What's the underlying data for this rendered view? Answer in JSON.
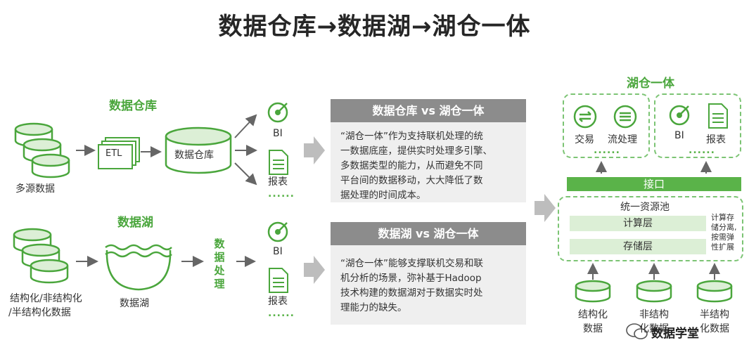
{
  "title": "数据仓库→数据湖→湖仓一体",
  "warehouse": {
    "heading": "数据仓库",
    "source_label": "多源数据",
    "etl": "ETL",
    "store_label": "数据仓库",
    "outputs": [
      "BI",
      "报表"
    ],
    "dots": "......"
  },
  "lake": {
    "heading": "数据湖",
    "source_label_line1": "结构化/非结构化",
    "source_label_line2": "/半结构化数据",
    "store_label": "数据湖",
    "process_label": [
      "数",
      "据",
      "处",
      "理"
    ],
    "outputs": [
      "BI",
      "报表"
    ],
    "dots": "......"
  },
  "compare_boxes": [
    {
      "heading": "数据仓库 vs 湖仓一体",
      "lines": [
        "“湖仓一体”作为支持联机处理的统",
        "一数据底座，提供实时处理多引擎、",
        "多数据类型的能力，从而避免不同",
        "平台间的数据移动，大大降低了数",
        "据处理的时间成本。"
      ]
    },
    {
      "heading": "数据湖 vs 湖仓一体",
      "lines": [
        "“湖仓一体”能够支撑联机交易和联",
        "机分析的场景，弥补基于Hadoop",
        "技术构建的数据湖对于数据实时处",
        "理能力的缺失。"
      ]
    }
  ],
  "lakehouse": {
    "heading": "湖仓一体",
    "apps_left": [
      "交易",
      "流处理"
    ],
    "apps_right": [
      "BI",
      "报表"
    ],
    "dots": "......",
    "interface": "接口",
    "pool_label": "统一资源池",
    "compute": "计算层",
    "storage": "存储层",
    "side_note": [
      "计算存",
      "储分离,",
      "按需弹",
      "性扩展"
    ],
    "sources": [
      {
        "line1": "结构化",
        "line2": "数据"
      },
      {
        "line1": "非结构",
        "line2": "化数据"
      },
      {
        "line1": "半结构",
        "line2": "化数据"
      }
    ]
  },
  "watermark": "数据学堂",
  "colors": {
    "accent": "#4aa63c",
    "header_gray": "#8c8c8c",
    "body_gray": "#efefef",
    "layer_green": "#dcefd6"
  }
}
